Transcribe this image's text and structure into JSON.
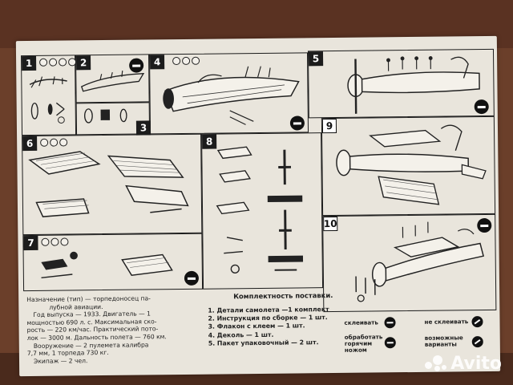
{
  "colors": {
    "ink": "#1c1c1c",
    "paper": "#e9e5dc",
    "table": "#6b3f2a"
  },
  "steps": [
    {
      "number": "1"
    },
    {
      "number": "2"
    },
    {
      "number": "3"
    },
    {
      "number": "4"
    },
    {
      "number": "5"
    },
    {
      "number": "6"
    },
    {
      "number": "7"
    },
    {
      "number": "8"
    },
    {
      "number": "9"
    },
    {
      "number": "10"
    }
  ],
  "description": {
    "lines": [
      "Назначение (тип) — торпедоносец па-",
      "лубной авиации.",
      "Год выпуска — 1933. Двигатель — 1",
      "мощностью 690 л. с. Максимальная ско-",
      "рость — 220 км/час. Практический пото-",
      "лок — 3000 м. Дальность полета — 760 км.",
      "Вооружение — 2 пулемета калибра",
      "7,7 мм, 1 торпеда 730 кг.",
      "Экипаж — 2 чел."
    ]
  },
  "kit": {
    "title": "Комплектность поставки.",
    "items": [
      "1. Детали самолета  —1 комплект",
      "2. Инструкция по сборке — 1 шт.",
      "3. Флакон с клеем — 1 шт.",
      "4. Деколь — 1 шт.",
      "5. Пакет упаковочный — 2 шт."
    ]
  },
  "legend": {
    "glue": "склеивать",
    "no_glue": "не склеивать",
    "paint_line1": "обработать",
    "paint_line2": "горячим",
    "paint_line3": "ножом",
    "variants_line1": "возможные",
    "variants_line2": "варианты"
  },
  "watermark": {
    "text": "Avito",
    "icon": "avito-dots-icon"
  }
}
